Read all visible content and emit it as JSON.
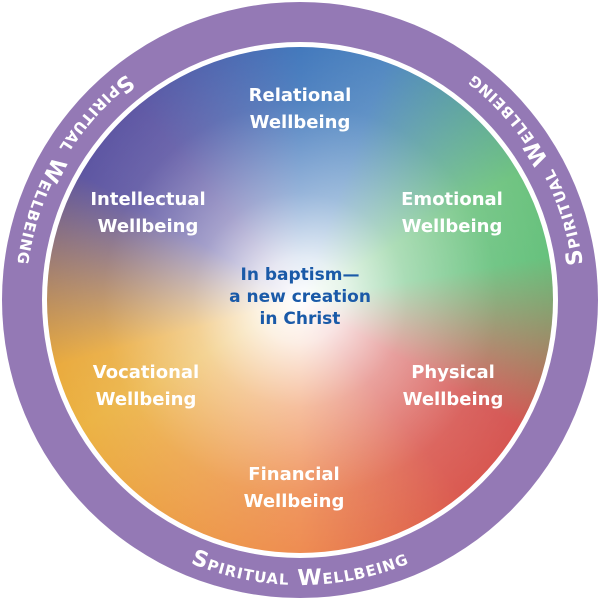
{
  "ring_label": "Spiritual Wellbeing",
  "center": {
    "line1": "In baptism—",
    "line2": "a new creation",
    "line3": "in Christ"
  },
  "segments": [
    {
      "line1": "Relational",
      "line2": "Wellbeing"
    },
    {
      "line1": "Emotional",
      "line2": "Wellbeing"
    },
    {
      "line1": "Physical",
      "line2": "Wellbeing"
    },
    {
      "line1": "Financial",
      "line2": "Wellbeing"
    },
    {
      "line1": "Vocational",
      "line2": "Wellbeing"
    },
    {
      "line1": "Intellectual",
      "line2": "Wellbeing"
    }
  ],
  "colors": {
    "ring": "#9479b5",
    "relational": "#3f76bb",
    "emotional": "#6cc27e",
    "physical": "#d4524f",
    "financial": "#ee8a4e",
    "vocational": "#ebb13f",
    "intellectual": "#5a52a0",
    "center_text": "#1a5aa8"
  }
}
